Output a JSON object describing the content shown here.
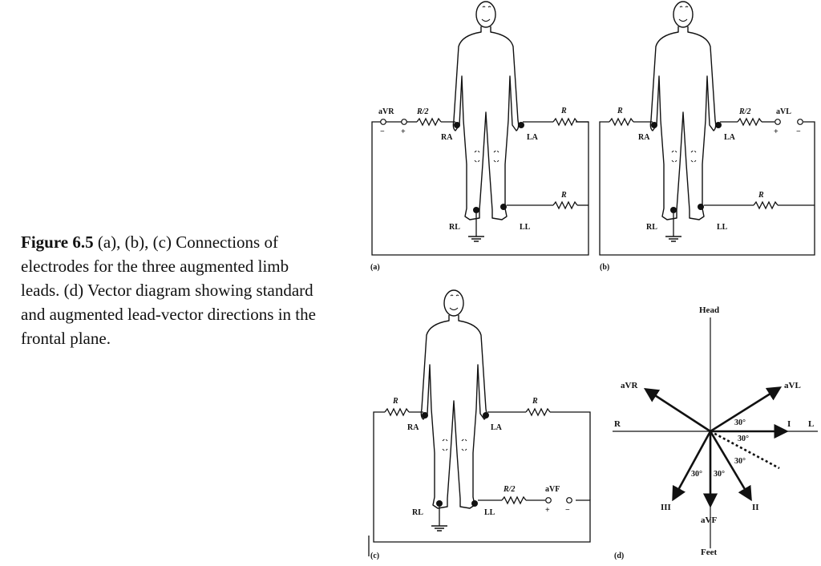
{
  "caption": {
    "figure_label": "Figure 6.5",
    "text": " (a), (b), (c) Connections of electrodes for the three augmented limb leads. (d) Vector diagram showing standard and augmented lead-vector directions in the frontal plane."
  },
  "panel_a": {
    "label": "(a)",
    "lead": "aVR",
    "r_half": "R/2",
    "r1": "R",
    "r2": "R",
    "minus": "−",
    "plus": "+",
    "RA": "RA",
    "LA": "LA",
    "RL": "RL",
    "LL": "LL"
  },
  "panel_b": {
    "label": "(b)",
    "lead": "aVL",
    "r_half": "R/2",
    "r1": "R",
    "r2": "R",
    "minus": "−",
    "plus": "+",
    "RA": "RA",
    "LA": "LA",
    "RL": "RL",
    "LL": "LL"
  },
  "panel_c": {
    "label": "(c)",
    "lead": "aVF",
    "r_half": "R/2",
    "r1": "R",
    "r2": "R",
    "minus": "−",
    "plus": "+",
    "RA": "RA",
    "LA": "LA",
    "RL": "RL",
    "LL": "LL"
  },
  "panel_d": {
    "label": "(d)",
    "head": "Head",
    "feet": "Feet",
    "R": "R",
    "L": "L",
    "I": "I",
    "II": "II",
    "III": "III",
    "aVR": "aVR",
    "aVL": "aVL",
    "aVF": "aVF",
    "angle_1": "30°",
    "angle_2": "30°",
    "angle_3": "30°",
    "angle_4": "30°",
    "angle_5": "30°"
  }
}
